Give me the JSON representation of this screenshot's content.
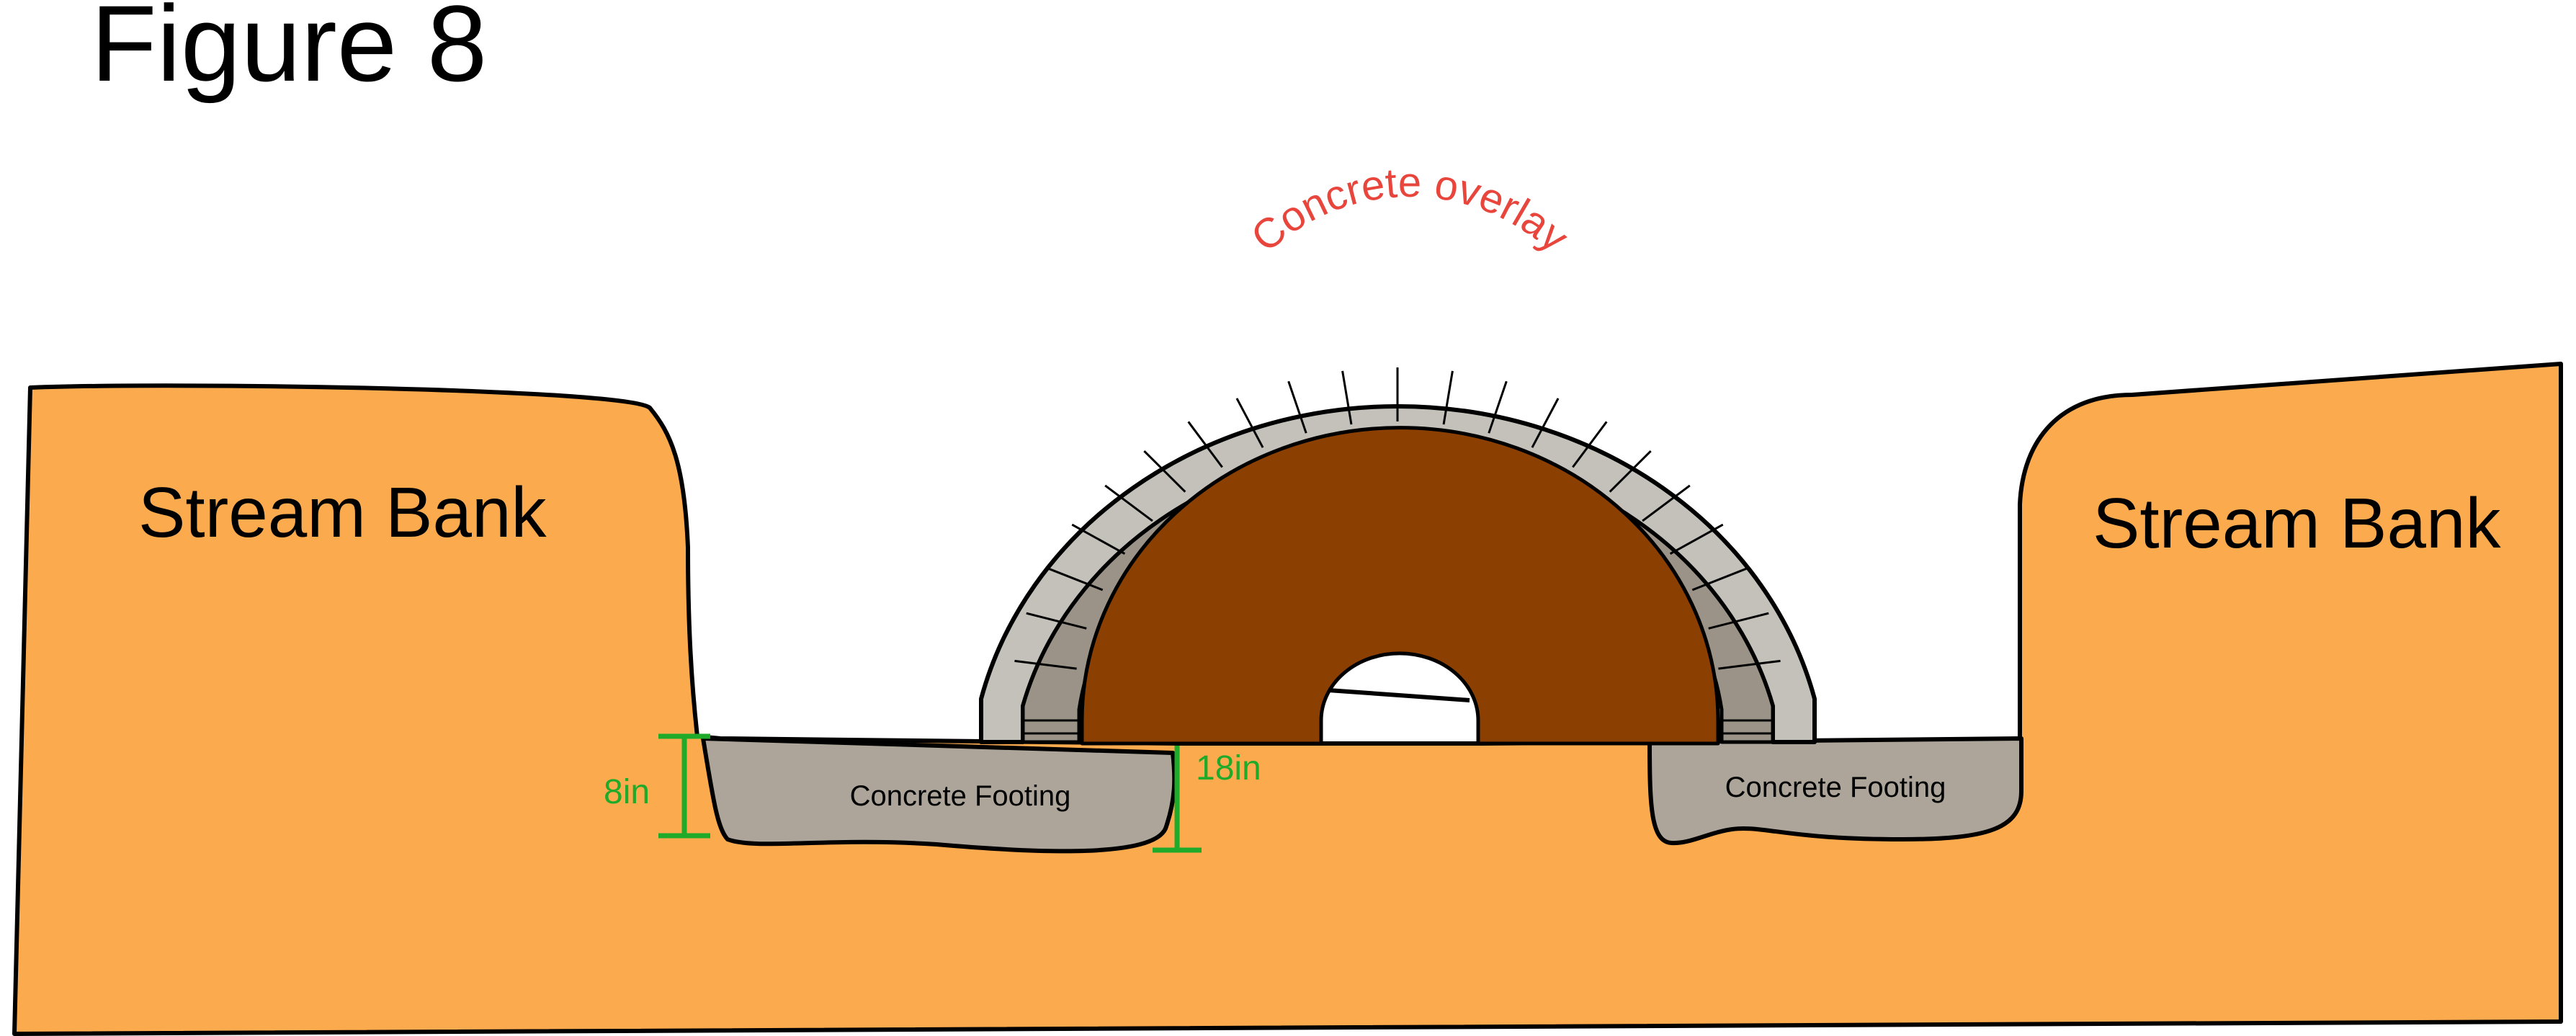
{
  "figure": {
    "title": "Figure 8"
  },
  "labels": {
    "left_bank": "Stream Bank",
    "right_bank": "Stream Bank",
    "overlay": "Concrete overlay",
    "left_footing": "Concrete Footing",
    "right_footing": "Concrete Footing",
    "dim_left": "8in",
    "dim_center": "18in"
  },
  "colors": {
    "ground": "#FBAA4E",
    "footing": "#ADA59A",
    "overlay": "#C4C1BB",
    "brick": "#9B9387",
    "fill": "#8B3F00",
    "dimension": "#1FAA2A",
    "overlay_label": "#E8453C",
    "outline": "#000000"
  }
}
